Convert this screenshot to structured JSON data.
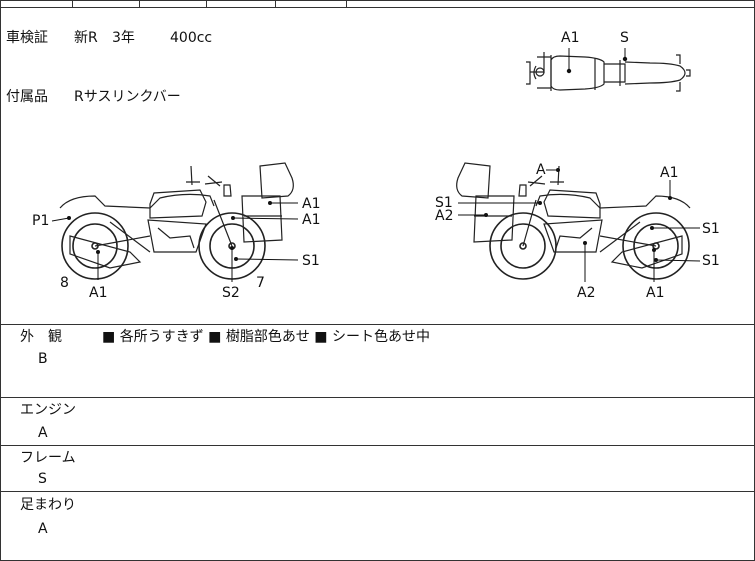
{
  "vehicle": {
    "inspection_label": "車検証",
    "inspection_value": "新R",
    "inspection_years": "3年",
    "displacement": "400cc",
    "accessories_label": "付属品",
    "accessories_value": "Rサスリンクバー"
  },
  "diagram": {
    "top_view_marks": [
      "A1",
      "S"
    ],
    "left_side_marks": [
      "P1",
      "A1",
      "A1",
      "S1",
      "8",
      "A1",
      "S2",
      "7"
    ],
    "right_side_marks": [
      "A",
      "A1",
      "S1",
      "A2",
      "S1",
      "S1",
      "A2",
      "A1"
    ]
  },
  "evaluation": {
    "exterior_label": "外　観",
    "exterior_notes": [
      "各所うすきず",
      "樹脂部色あせ",
      "シート色あせ中"
    ],
    "exterior_grade": "B",
    "engine_label": "エンジン",
    "engine_grade": "A",
    "frame_label": "フレーム",
    "frame_grade": "S",
    "suspension_label": "足まわり",
    "suspension_grade": "A"
  }
}
